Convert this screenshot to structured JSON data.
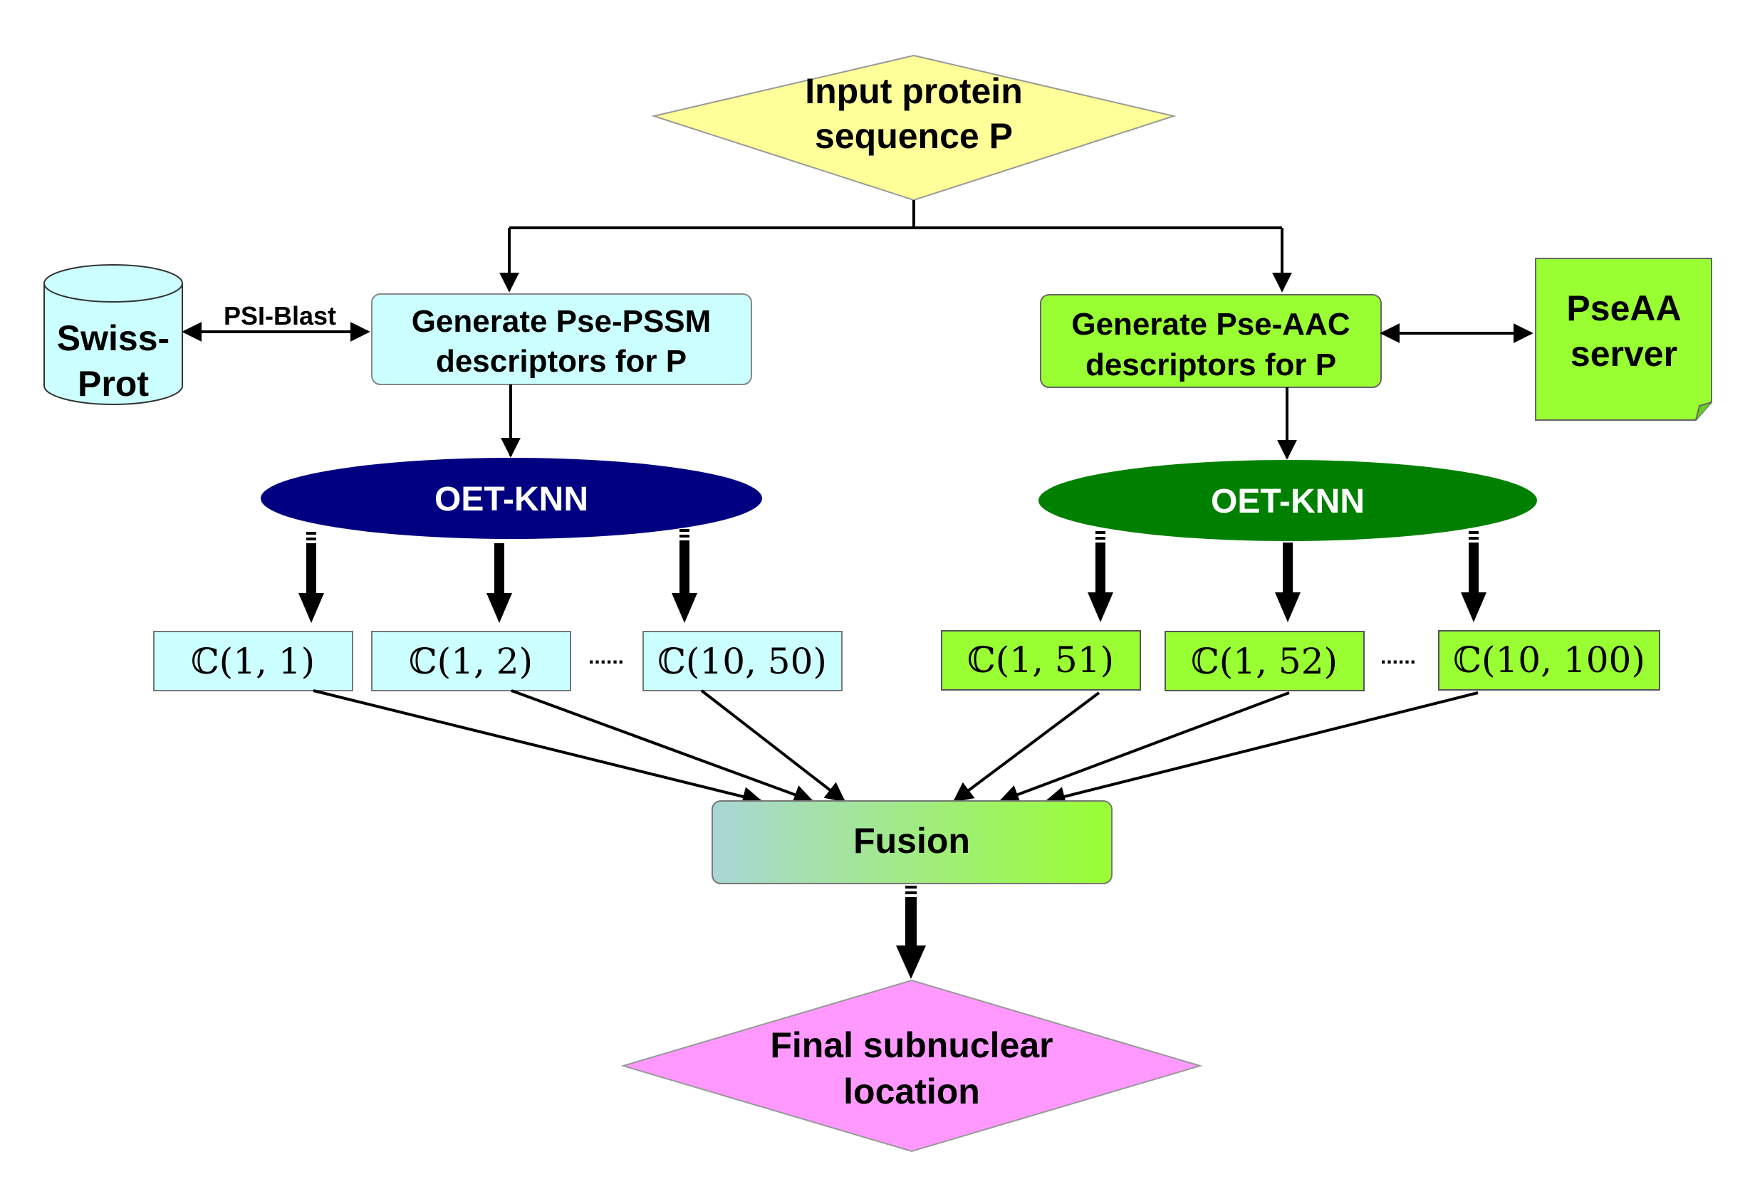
{
  "nodes": {
    "input": {
      "line1": "Input protein",
      "line2": "sequence P"
    },
    "swissprot": {
      "line1": "Swiss-",
      "line2": "Prot"
    },
    "psiblast": {
      "label": "PSI-Blast"
    },
    "pse_pssm": {
      "line1": "Generate Pse-PSSM",
      "line2": "descriptors for P"
    },
    "pse_aac": {
      "line1": "Generate Pse-AAC",
      "line2": "descriptors for P"
    },
    "pseaa_server": {
      "line1": "PseAA",
      "line2": "server"
    },
    "oet_knn_left": {
      "label": "OET-KNN"
    },
    "oet_knn_right": {
      "label": "OET-KNN"
    },
    "fusion": {
      "label": "Fusion"
    },
    "final": {
      "line1": "Final subnuclear",
      "line2": "location"
    }
  },
  "classifiers": {
    "left": [
      "ℂ(1, 1)",
      "ℂ(1, 2)",
      "ℂ(10, 50)"
    ],
    "right": [
      "ℂ(1, 51)",
      "ℂ(1, 52)",
      "ℂ(10, 100)"
    ],
    "ellipsis": "......"
  },
  "colors": {
    "input_fill": "#FFFF99",
    "pssm_fill": "#CCFFFF",
    "aac_fill": "#99FF33",
    "oet_left_fill": "#000080",
    "oet_right_fill": "#008000",
    "fusion_gradient_start": "#A9D6D6",
    "fusion_gradient_end": "#99FF33",
    "final_fill": "#FF99FF",
    "line": "#000000"
  }
}
